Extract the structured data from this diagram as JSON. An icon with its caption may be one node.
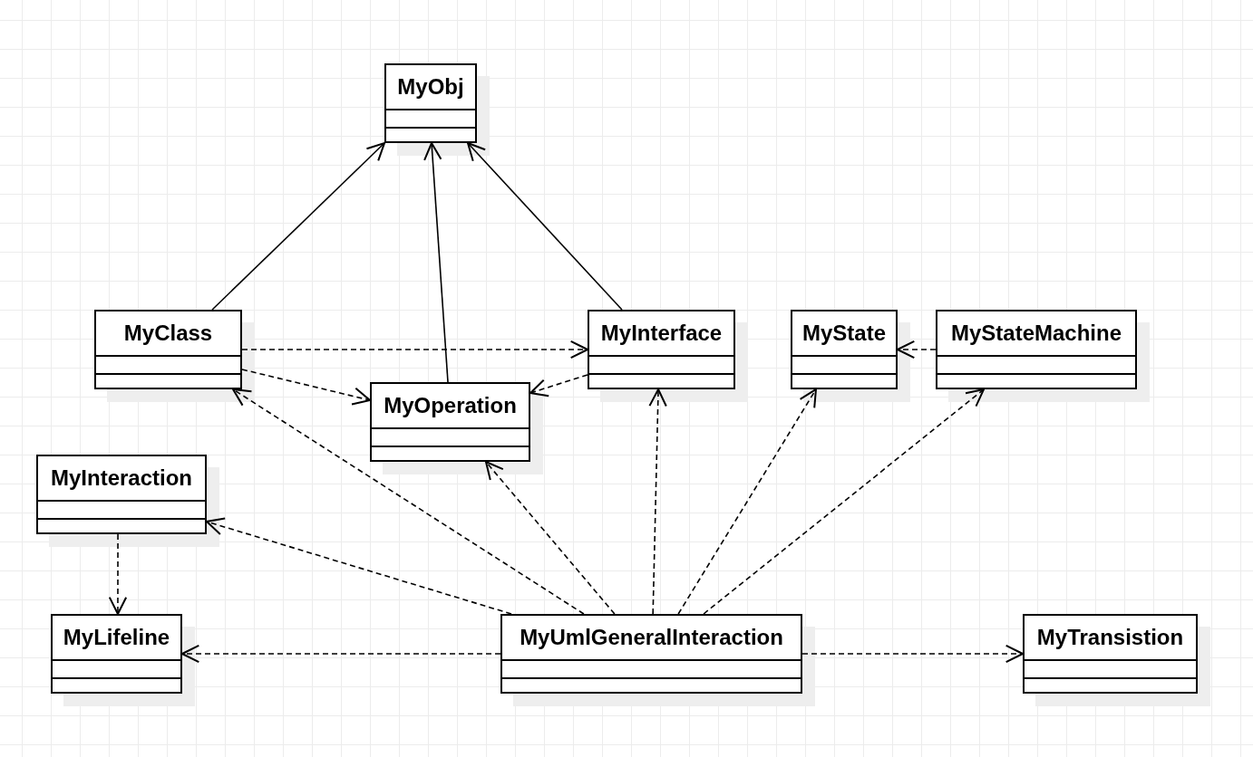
{
  "diagram": {
    "nodes": [
      {
        "text": [
          "MyObj"
        ]
      },
      {
        "text": [
          "MyClass"
        ]
      },
      {
        "text": [
          "MyInterface"
        ]
      },
      {
        "text": [
          "MyState"
        ]
      },
      {
        "text": [
          "MyStateMachine"
        ]
      },
      {
        "text": [
          "MyOperation"
        ]
      },
      {
        "text": [
          "MyInteraction"
        ]
      },
      {
        "text": [
          "MyLifeline"
        ]
      },
      {
        "text": [
          "MyUmlGeneralInteraction"
        ]
      },
      {
        "text": [
          "MyTransistion"
        ]
      }
    ],
    "edges": [
      {
        "from": 1,
        "to": 0,
        "arrow": "to"
      },
      {
        "from": 5,
        "to": 0,
        "arrow": "to"
      },
      {
        "from": 2,
        "to": 0,
        "arrow": "to"
      },
      {
        "from": 1,
        "to": 2,
        "arrow": "to",
        "style": "dashed"
      },
      {
        "from": 1,
        "to": 5,
        "arrow": "to",
        "style": "dashed"
      },
      {
        "from": 2,
        "to": 5,
        "arrow": "to",
        "style": "dashed"
      },
      {
        "from": 4,
        "to": 3,
        "arrow": "to",
        "style": "dashed"
      },
      {
        "from": 6,
        "to": 7,
        "arrow": "to",
        "style": "dashed"
      },
      {
        "from": 8,
        "to": 1,
        "arrow": "to",
        "style": "dashed"
      },
      {
        "from": 8,
        "to": 5,
        "arrow": "to",
        "style": "dashed"
      },
      {
        "from": 8,
        "to": 2,
        "arrow": "to",
        "style": "dashed"
      },
      {
        "from": 8,
        "to": 3,
        "arrow": "to",
        "style": "dashed"
      },
      {
        "from": 8,
        "to": 4,
        "arrow": "to",
        "style": "dashed"
      },
      {
        "from": 8,
        "to": 6,
        "arrow": "to",
        "style": "dashed"
      },
      {
        "from": 8,
        "to": 7,
        "arrow": "to",
        "style": "dashed"
      },
      {
        "from": 8,
        "to": 9,
        "arrow": "to",
        "style": "dashed"
      }
    ]
  }
}
